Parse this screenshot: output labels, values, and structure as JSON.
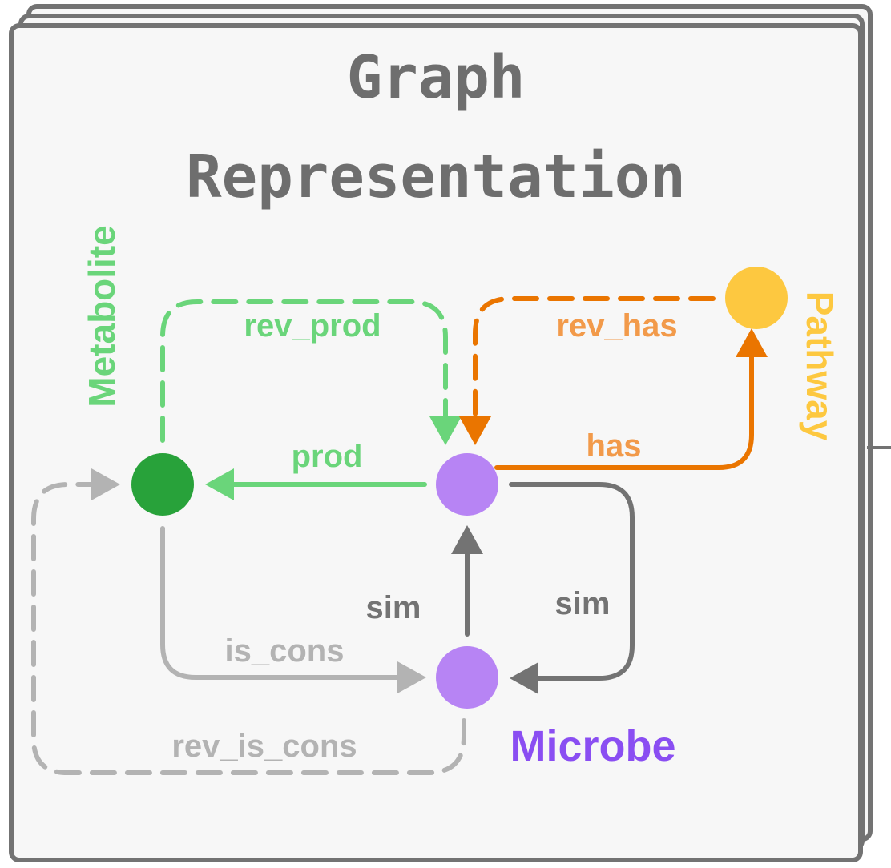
{
  "title": {
    "line1": "Graph",
    "line2": "Representation"
  },
  "nodes": {
    "metabolite": {
      "label": "Metabolite",
      "color": "#28a23a",
      "label_color": "#6ad57a"
    },
    "microbe": {
      "label": "Microbe",
      "color": "#b784f4",
      "label_color": "#8a4ef2"
    },
    "pathway": {
      "label": "Pathway",
      "color": "#fdc840",
      "label_color": "#fdc840"
    }
  },
  "edges": {
    "rev_prod": {
      "label": "rev_prod",
      "color": "#6ad57a"
    },
    "prod": {
      "label": "prod",
      "color": "#6ad57a"
    },
    "rev_has": {
      "label": "rev_has",
      "color": "#f29a4a"
    },
    "has": {
      "label": "has",
      "color": "#f29a4a"
    },
    "sim_up": {
      "label": "sim",
      "color": "#737373"
    },
    "sim_loop": {
      "label": "sim",
      "color": "#737373"
    },
    "is_cons": {
      "label": "is_cons",
      "color": "#b3b3b3"
    },
    "rev_is_cons": {
      "label": "rev_is_cons",
      "color": "#b3b3b3"
    }
  },
  "colors": {
    "frame": "#737373",
    "panel": "#f7f7f7",
    "title": "#6e6e6e",
    "orange_arrow": "#ea7500",
    "green_arrow": "#6ad57a",
    "grey_dark": "#737373",
    "grey_light": "#b3b3b3"
  }
}
